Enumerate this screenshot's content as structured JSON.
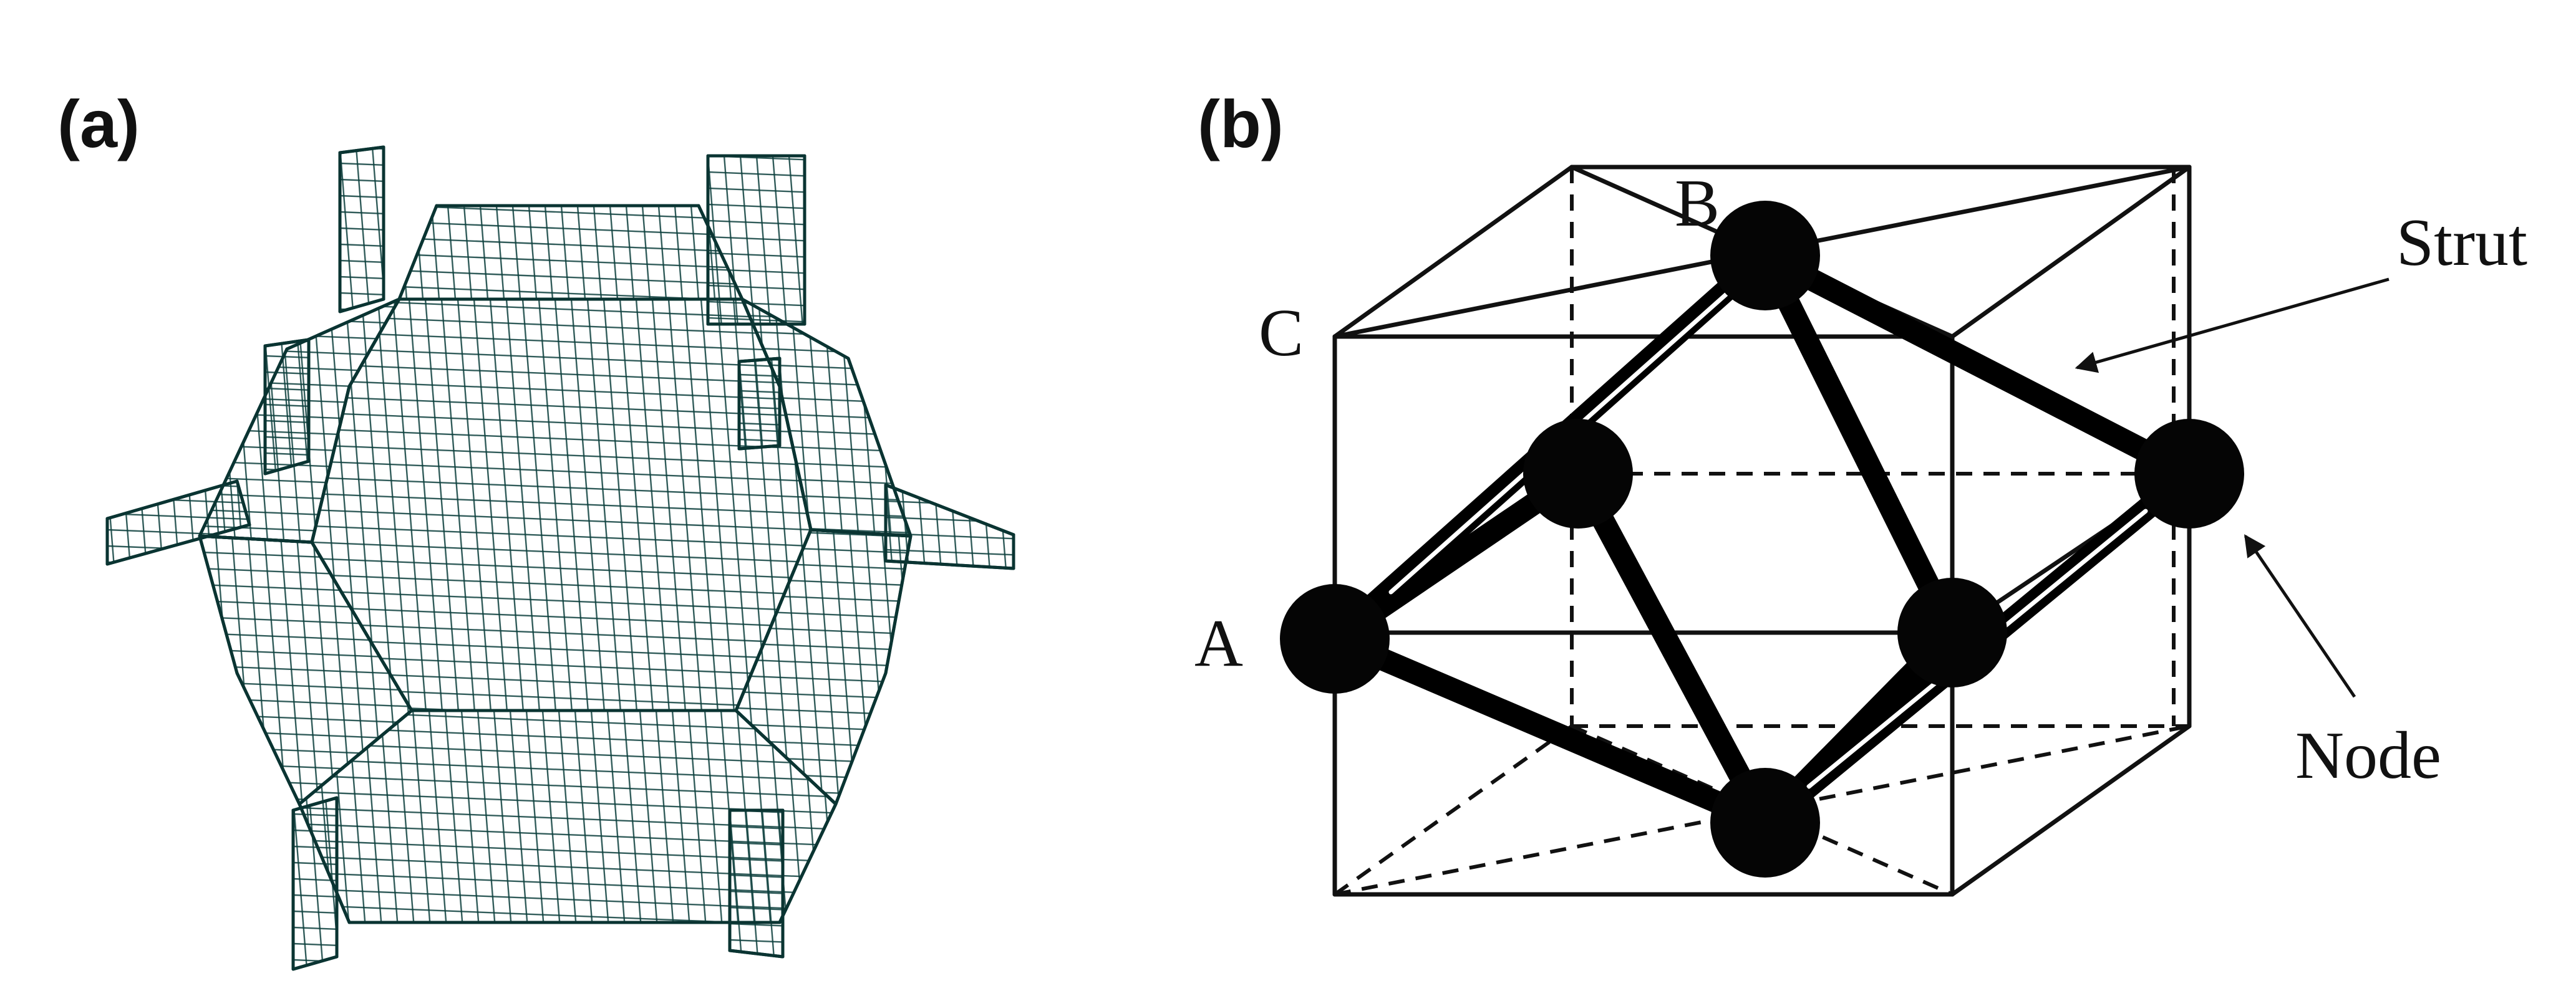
{
  "panels": {
    "a": {
      "label": "(a)"
    },
    "b": {
      "label": "(b)"
    }
  },
  "vertex_labels": {
    "a": "A",
    "b": "B",
    "c": "C"
  },
  "callouts": {
    "strut": "Strut",
    "node": "Node"
  },
  "colors": {
    "mesh_face": "#1fbdbd",
    "mesh_face_light": "#35d2d2",
    "mesh_face_dark": "#129a9c",
    "mesh_line": "#0d3f3d",
    "ink": "#111111"
  }
}
